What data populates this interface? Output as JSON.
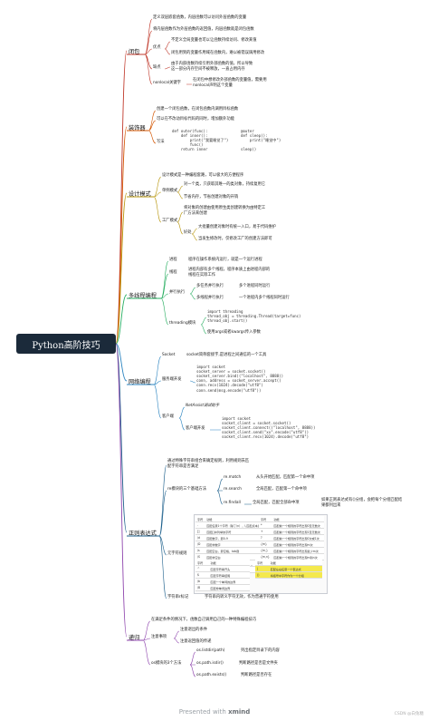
{
  "root": "Python高阶技巧",
  "colors": {
    "closure": "#c0392b",
    "decorator": "#d35400",
    "design": "#b7950b",
    "thread": "#27ae60",
    "network": "#2e86c1",
    "regex": "#1f618d",
    "recursion": "#8e44ad",
    "root_bg": "#1b2a3a"
  },
  "closure": {
    "title": "闭包",
    "def1": "定义双层嵌套函数，内层函数可以访问外层函数的变量",
    "def2": "将内层函数作为外层函数的返回值，内层函数就是闭包函数",
    "pros": "优点",
    "pro1": "不定义全局变量也可以让函数持续访问、修改某值",
    "pro2": "闭包用到的变量作用域在函数内，难以被错误调用修改",
    "cons": "缺点",
    "con1": "由于内部函数持续引用外部函数的值，所以导致",
    "con1b": "这一部分内存空间不被释放，一直占用内存",
    "nonlocal": "nonlocal关键字",
    "nl1": "在闭包中想修改外部函数的变量值，需要用",
    "nl1b": "nonlocal声明这个变量"
  },
  "decorator": {
    "title": "装饰器",
    "d1": "创建一个闭包函数，在闭包函数内调用目标函数",
    "d2": "可以在不改动目标代码的同时，增加额外功能",
    "syntax": "写法",
    "code1": "def outer(func):\n    def inner():\n        print(\"我要睡觉了\")\n        func()\n    return inner",
    "code2": "@outer\ndef sleep():\n    print(\"睡觉中\")\n\nsleep()"
  },
  "design": {
    "title": "设计模式",
    "intro": "设计模式是一种编程套路，可以极大的方便程序",
    "singleton": "单例模式",
    "s1": "对一个类，只获取其唯一的类对象，持续复用它",
    "s2": "节省内存，节省创建对象的开销",
    "factory": "工厂模式",
    "f1": "将对象的创建由使用原生类创建转换为由特定工",
    "f1b": "厂方法来创建",
    "benefit": "好处",
    "b1": "大批量创建对象时有统一入口，易于代码维护",
    "b2": "当发生修改时，仅修改工厂的创建方法即可"
  },
  "thread": {
    "title": "多线程编程",
    "process": "进程",
    "p1": "程序在操作系统内运行，就是一个运行进程",
    "threadnode": "线程",
    "th1": "进程内部有多个线程，程序本质上由进程内部的",
    "th1b": "线程在实际工作",
    "parallel": "并行执行",
    "pa1": "多任务并行执行",
    "pa1v": "多个进程同时运行",
    "pa2": "多线程并行执行",
    "pa2v": "一个进程内多个线程同时运行",
    "module": "threading模块",
    "code": "import threading\nthread_obj = threading.Thread(target=func)\nthread_obj.start()",
    "args": "使用args或者kwargs传入参数"
  },
  "network": {
    "title": "网络编程",
    "socket": "Socket",
    "sk1": "socket简称套接字,是进程之间通信的一个工具",
    "server": "服务端开发",
    "scode": "import socket\nsocket_server = socket.socket()\nsocket_server.bind((\"localhost\", 8888))\nconn, address = socket_server.accept()\nconn.recv(1024).decode(\"utf8\")\nconn.send(msg.encode(\"utf8\"))",
    "client": "客户端",
    "netassist": "NetAssist调试助手",
    "cdev": "客户端开发",
    "ccode": "import socket\nsocket_client = socket.socket()\nsocket_client.connect((\"localhost\", 8888))\nsocket_client.send(\"xx\".encode(\"utf8\"))\nsocket_client.recv(1024).decode(\"utf8\")"
  },
  "regex": {
    "title": "正则表达式",
    "intro": "通过特殊字符串组合来确定规则，利用规则去匹",
    "introb": "配字符串是否满足",
    "basic": "re模块的三个基础方法",
    "m1": "re.match",
    "m1v": "从头开始匹配，匹配第一个命中项",
    "m2": "re.search",
    "m2v": "全局匹配，匹配第一个命中项",
    "m3": "re.findall",
    "m3v": "全局匹配，匹配全部命中项",
    "m3note": "如果正则表达式有()分组，会把每个分组匹配结",
    "m3noteb": "果都列出来",
    "meta": "元字符规则",
    "table1": {
      "headers": [
        "字符",
        "功能"
      ],
      "rows": [
        [
          ".",
          "匹配任意1个字符（除了\\n），\\.匹配点本身"
        ],
        [
          "[]",
          "匹配[]中列举的字符"
        ],
        [
          "\\d",
          "匹配数字，即0-9"
        ],
        [
          "\\D",
          "匹配非数字"
        ],
        [
          "\\s",
          "匹配空白，即空格、tab键"
        ],
        [
          "\\S",
          "匹配非空白"
        ],
        [
          "\\w",
          "匹配单词字符，即a-z、A-Z、0-9、_"
        ],
        [
          "\\W",
          "匹配非单词字符"
        ]
      ]
    },
    "table2": {
      "headers": [
        "字符",
        "功能"
      ],
      "rows": [
        [
          "*",
          "匹配前一个规则的字符出现0至无数次"
        ],
        [
          "+",
          "匹配前一个规则的字符出现1至无数次"
        ],
        [
          "?",
          "匹配前一个规则的字符出现0次或1次"
        ],
        [
          "{m}",
          "匹配前一个规则的字符出现m次"
        ],
        [
          "{m,}",
          "匹配前一个规则的字符出现最少m次"
        ],
        [
          "{m,n}",
          "匹配前一个规则的字符出现m到n次"
        ]
      ]
    },
    "table3": {
      "headers": [
        "字符",
        "功能"
      ],
      "rows": [
        [
          "^",
          "匹配字符串开头"
        ],
        [
          "$",
          "匹配字符串结尾"
        ],
        [
          "\\b",
          "匹配一个单词的边界"
        ],
        [
          "\\B",
          "匹配非单词边界"
        ]
      ]
    },
    "table4": {
      "headers": [
        "字符",
        "功能"
      ],
      "rows": [
        [
          "|",
          "匹配左右任意一个表达式"
        ],
        [
          "()",
          "将括号中字符作为一个分组"
        ]
      ]
    },
    "rmark": "字符串r标记",
    "rmarkv": "字符串内转义字符无效，作为普通字符使用"
  },
  "recursion": {
    "title": "递归",
    "intro": "在满足条件的情况下，函数自己调用自己的一种特殊编程技巧",
    "notes": "注意事项",
    "n1": "注意退出的条件",
    "n2": "注意返回值的传递",
    "os": "os模块的3个方法",
    "o1": "os.listdir(path)",
    "o1v": "列出指定目录下的内容",
    "o2": "os.path.isdir()",
    "o2v": "判断路径是否是文件夹",
    "o3": "os.path.exists()",
    "o3v": "判断路径是否存在"
  },
  "footer": {
    "prefix": "Presented with ",
    "brand": "xmind"
  },
  "watermark": "CSDN @白兔糖"
}
